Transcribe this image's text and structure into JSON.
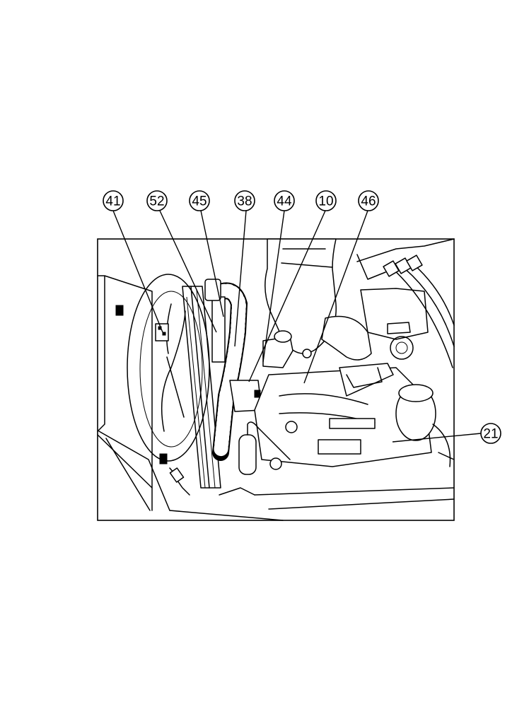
{
  "callouts": [
    {
      "id": "c41",
      "label": "41"
    },
    {
      "id": "c52",
      "label": "52"
    },
    {
      "id": "c45",
      "label": "45"
    },
    {
      "id": "c38",
      "label": "38"
    },
    {
      "id": "c44",
      "label": "44"
    },
    {
      "id": "c10",
      "label": "10"
    },
    {
      "id": "c46",
      "label": "46"
    },
    {
      "id": "c21",
      "label": "21"
    }
  ]
}
